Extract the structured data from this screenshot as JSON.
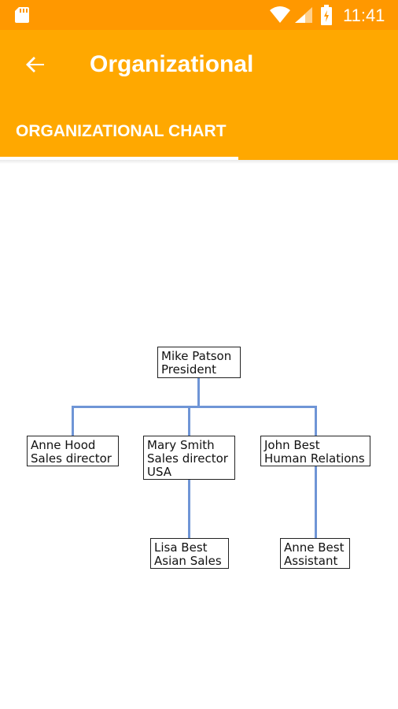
{
  "status_bar": {
    "time": "11:41",
    "icons": [
      "sd-card-icon",
      "wifi-icon",
      "signal-icon",
      "battery-icon"
    ]
  },
  "app_bar": {
    "title": "Organizational",
    "back_icon": "arrow-back-icon"
  },
  "tabs": [
    {
      "label": "ORGANIZATIONAL CHART",
      "selected": true
    }
  ],
  "colors": {
    "status_bar": "#FF9800",
    "app_bar": "#FFA800",
    "connector": "#6f95d6"
  },
  "org_chart": {
    "root": {
      "name": "Mike Patson",
      "role": "President"
    },
    "children": [
      {
        "name": "Anne Hood",
        "role": "Sales director"
      },
      {
        "name": "Mary Smith",
        "role": "Sales director",
        "extra": "USA",
        "children": [
          {
            "name": "Lisa Best",
            "role": "Asian Sales"
          }
        ]
      },
      {
        "name": "John Best",
        "role": "Human Relations",
        "children": [
          {
            "name": "Anne Best",
            "role": "Assistant"
          }
        ]
      }
    ]
  }
}
